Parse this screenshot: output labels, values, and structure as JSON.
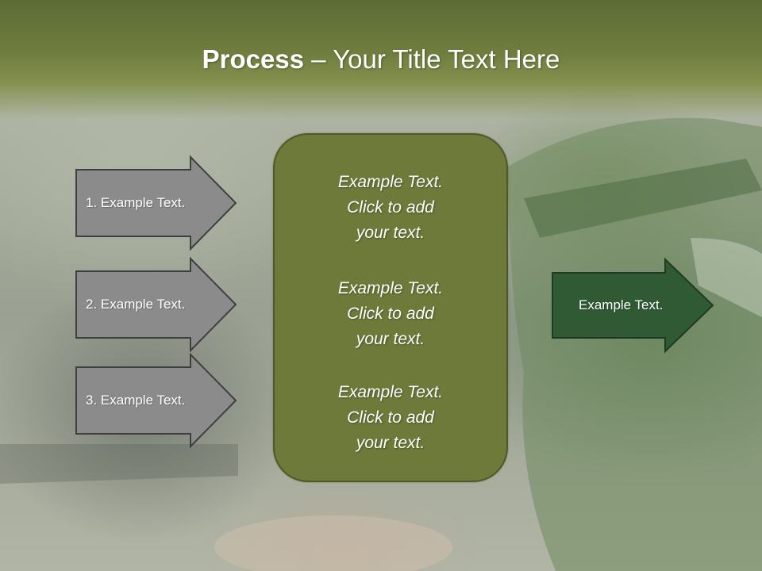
{
  "slide": {
    "title_bold": "Process",
    "title_rest": " – Your Title Text Here"
  },
  "left_arrows": [
    {
      "label": "1. Example Text."
    },
    {
      "label": "2. Example Text."
    },
    {
      "label": "3. Example Text."
    }
  ],
  "center_box": {
    "paragraphs": [
      {
        "lines": [
          "Example Text.",
          "Click  to add",
          "your text."
        ]
      },
      {
        "lines": [
          "Example Text.",
          "Click  to add",
          "your text."
        ]
      },
      {
        "lines": [
          "Example Text.",
          "Click  to add",
          "your text."
        ]
      }
    ]
  },
  "right_arrow": {
    "label": "Example Text."
  },
  "colors": {
    "header": "#6f7e3e",
    "gray_arrow": "#8a8a8a",
    "center_box": "#6e7a3a",
    "right_arrow": "#2f5a33"
  }
}
